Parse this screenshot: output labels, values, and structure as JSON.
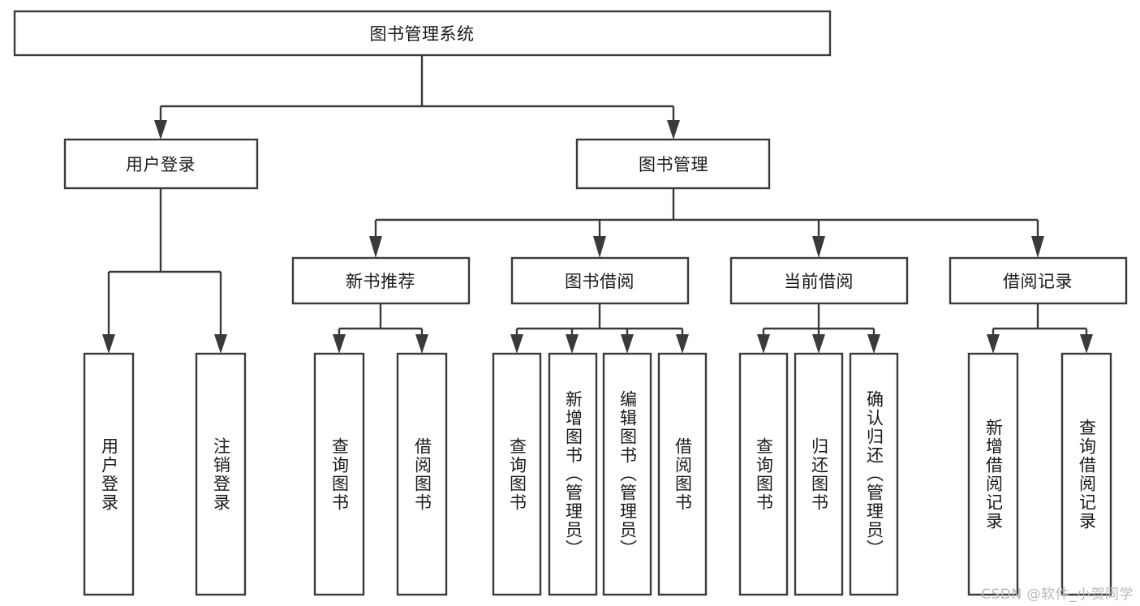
{
  "diagram": {
    "title": "图书管理系统",
    "type": "hierarchy-tree",
    "orientation": "top-down",
    "root": {
      "id": "root",
      "label": "图书管理系统",
      "text_direction": "horizontal"
    },
    "level1": [
      {
        "id": "user-login",
        "label": "用户登录",
        "text_direction": "horizontal"
      },
      {
        "id": "book-management",
        "label": "图书管理",
        "text_direction": "horizontal"
      }
    ],
    "level2": [
      {
        "id": "new-book-recommend",
        "label": "新书推荐",
        "parent": "book-management",
        "text_direction": "horizontal"
      },
      {
        "id": "book-borrow",
        "label": "图书借阅",
        "parent": "book-management",
        "text_direction": "horizontal"
      },
      {
        "id": "current-borrow",
        "label": "当前借阅",
        "parent": "book-management",
        "text_direction": "horizontal"
      },
      {
        "id": "borrow-record",
        "label": "借阅记录",
        "parent": "book-management",
        "text_direction": "horizontal"
      }
    ],
    "leaves": [
      {
        "id": "leaf-user-login",
        "label": "用户登录",
        "parent": "user-login",
        "text_direction": "vertical"
      },
      {
        "id": "leaf-logout-login",
        "label": "注销登录",
        "parent": "user-login",
        "text_direction": "vertical"
      },
      {
        "id": "leaf-query-book-1",
        "label": "查询图书",
        "parent": "new-book-recommend",
        "text_direction": "vertical"
      },
      {
        "id": "leaf-borrow-book-1",
        "label": "借阅图书",
        "parent": "new-book-recommend",
        "text_direction": "vertical"
      },
      {
        "id": "leaf-query-book-2",
        "label": "查询图书",
        "parent": "book-borrow",
        "text_direction": "vertical"
      },
      {
        "id": "leaf-add-book",
        "label": "新增图书（管理员）",
        "parent": "book-borrow",
        "text_direction": "vertical"
      },
      {
        "id": "leaf-edit-book",
        "label": "编辑图书（管理员）",
        "parent": "book-borrow",
        "text_direction": "vertical"
      },
      {
        "id": "leaf-borrow-book-2",
        "label": "借阅图书",
        "parent": "book-borrow",
        "text_direction": "vertical"
      },
      {
        "id": "leaf-query-book-3",
        "label": "查询图书",
        "parent": "current-borrow",
        "text_direction": "vertical"
      },
      {
        "id": "leaf-return-book",
        "label": "归还图书",
        "parent": "current-borrow",
        "text_direction": "vertical"
      },
      {
        "id": "leaf-confirm-return",
        "label": "确认归还（管理员）",
        "parent": "current-borrow",
        "text_direction": "vertical"
      },
      {
        "id": "leaf-add-borrow-record",
        "label": "新增借阅记录",
        "parent": "borrow-record",
        "text_direction": "vertical"
      },
      {
        "id": "leaf-query-borrow-record",
        "label": "查询借阅记录",
        "parent": "borrow-record",
        "text_direction": "vertical"
      }
    ],
    "colors": {
      "stroke": "#3a3a3a",
      "fill": "#ffffff",
      "text": "#1a1a1a",
      "background": "#ffffff",
      "watermark": "#b8b8b8"
    }
  },
  "watermark": {
    "text": "CSDN @软件_小贺同学"
  }
}
